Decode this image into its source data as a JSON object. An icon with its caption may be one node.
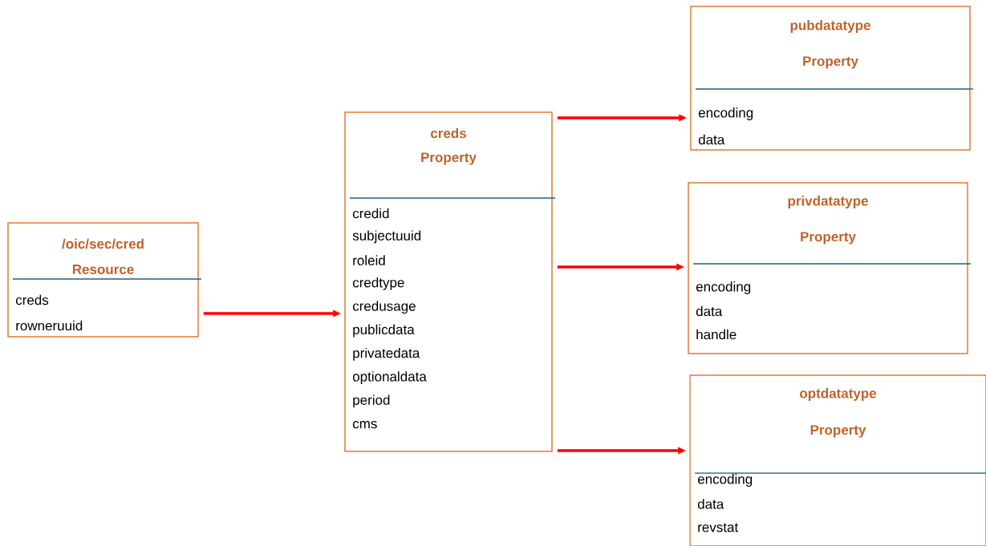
{
  "diagram": {
    "nodes": [
      {
        "text": [
          "/oic/sec/cred",
          "Resource",
          "creds",
          "rowneruuid"
        ]
      },
      {
        "text": [
          "creds",
          "Property",
          "credid",
          "subjectuuid",
          "roleid",
          "credtype",
          "credusage",
          "publicdata",
          "privatedata",
          "optionaldata",
          "period",
          "cms"
        ]
      },
      {
        "text": [
          "pubdatatype",
          "Property",
          "encoding",
          "data"
        ]
      },
      {
        "text": [
          "privdatatype",
          "Property",
          "encoding",
          "data",
          "handle"
        ]
      },
      {
        "text": [
          "optdatatype",
          "Property",
          "encoding",
          "data",
          "revstat"
        ]
      }
    ],
    "edges": [
      {
        "from": 0,
        "to": 1,
        "arrow": "to"
      },
      {
        "from": 1,
        "to": 2,
        "arrow": "to"
      },
      {
        "from": 1,
        "to": 3,
        "arrow": "to"
      },
      {
        "from": 1,
        "to": 4,
        "arrow": "to"
      }
    ]
  }
}
